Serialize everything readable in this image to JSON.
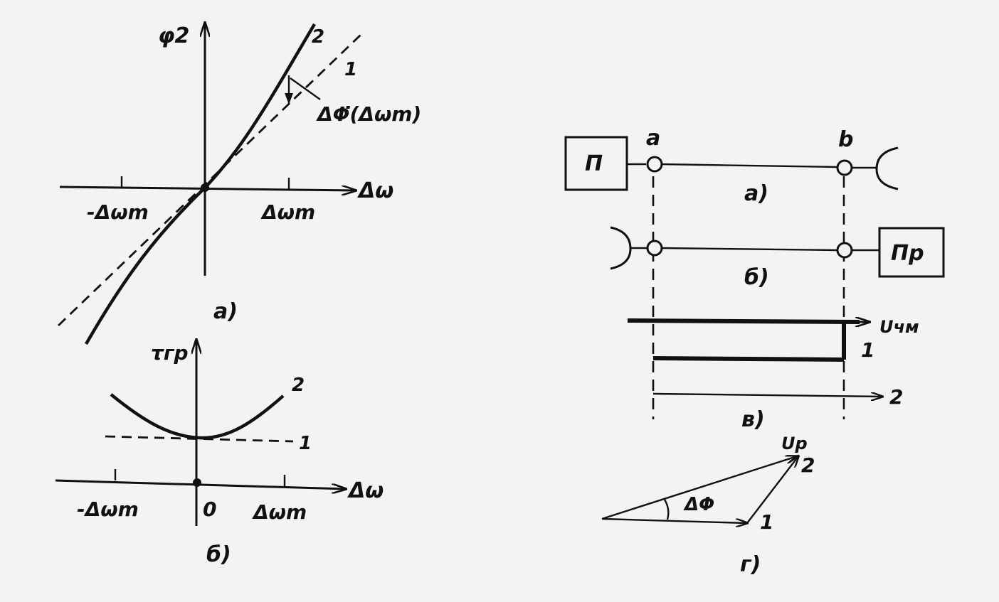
{
  "plot_a": {
    "y_axis": "φ2",
    "x_axis": "Δω",
    "x_tick_neg": "-Δωm",
    "x_tick_pos": "Δωm",
    "curve_1": "1",
    "curve_2": "2",
    "delta_label": "ΔΦ̇(Δωm)",
    "caption": "а)"
  },
  "plot_b": {
    "y_axis": "τгр",
    "x_axis": "Δω",
    "x_tick_neg": "-Δωm",
    "x_tick_zero": "0",
    "x_tick_pos": "Δωm",
    "curve_1": "1",
    "curve_2": "2",
    "caption": "б)"
  },
  "scheme": {
    "transmitter": "П",
    "receiver": "Пр",
    "point_a": "a",
    "point_b": "b",
    "caption_a": "а)",
    "caption_b": "б)",
    "caption_v": "в)",
    "signal_main": "Uчм",
    "signal_1": "1",
    "signal_2": "2"
  },
  "vector": {
    "result": "Uр",
    "vec_1": "1",
    "vec_2": "2",
    "angle": "ΔΦ",
    "caption": "г)"
  }
}
